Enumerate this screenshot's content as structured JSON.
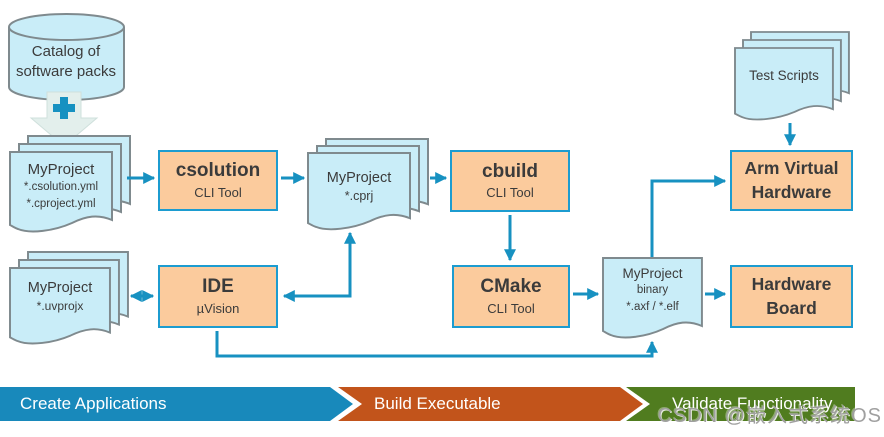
{
  "colors": {
    "accent": "#1791C1",
    "docFill": "#C9EDF8",
    "docStroke": "#7F8A8E",
    "nodeFill": "#FBCB9D",
    "nodeBorder": "#1C9CD0",
    "textDark": "#3B3B3B",
    "bannerBlue": "#1889BB",
    "bannerOrange": "#C2541B",
    "bannerGreen": "#507C1F",
    "plusArrowFill": "#E3EFEC",
    "watermarkGray": "#A0A0A0"
  },
  "nodes": {
    "catalog": {
      "line1": "Catalog of",
      "line2": "software packs"
    },
    "solution_files": {
      "title": "MyProject",
      "line1": "*.csolution.yml",
      "line2": "*.cproject.yml"
    },
    "csolution": {
      "title": "csolution",
      "subtitle": "CLI Tool"
    },
    "cprj_files": {
      "title": "MyProject",
      "line1": "*.cprj"
    },
    "cbuild": {
      "title": "cbuild",
      "subtitle": "CLI Tool"
    },
    "cmake": {
      "title": "CMake",
      "subtitle": "CLI Tool"
    },
    "uvprojx_files": {
      "title": "MyProject",
      "line1": "*.uvprojx"
    },
    "ide": {
      "title": "IDE",
      "subtitle": "µVision"
    },
    "binary_file": {
      "title": "MyProject",
      "line1": "binary",
      "line2": "*.axf / *.elf"
    },
    "test_scripts": {
      "title": "Test Scripts"
    },
    "avh": {
      "line1": "Arm Virtual",
      "line2": "Hardware"
    },
    "hardware_board": {
      "line1": "Hardware",
      "line2": "Board"
    }
  },
  "banners": [
    {
      "label": "Create Applications"
    },
    {
      "label": "Build Executable"
    },
    {
      "label": "Validate Functionality"
    }
  ],
  "watermark": "CSDN @嵌入式系统OS"
}
